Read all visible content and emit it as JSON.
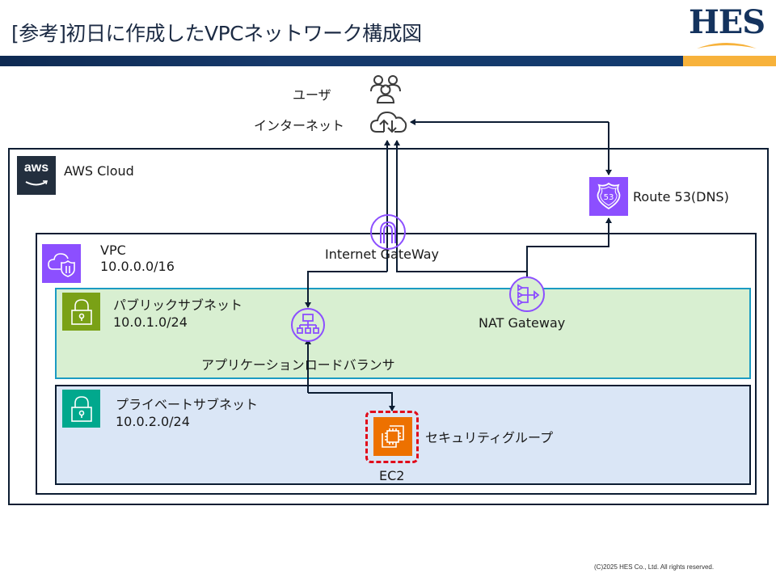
{
  "header": {
    "title": "[参考]初日に作成したVPCネットワーク構成図",
    "logo_text": "HES",
    "colors": {
      "bar_blue": "#123a6e",
      "bar_gold": "#f7b23b"
    }
  },
  "external": {
    "user_label": "ユーザ",
    "internet_label": "インターネット"
  },
  "aws_cloud": {
    "label": "AWS Cloud",
    "logo_text": "aws",
    "route53": {
      "label": "Route 53(DNS)",
      "icon_text": "53",
      "color": "#8c4fff"
    }
  },
  "vpc": {
    "label": "VPC",
    "cidr": "10.0.0.0/16",
    "color": "#8c4fff",
    "internet_gateway_label": "Internet GateWay",
    "public_subnet": {
      "label": "パブリックサブネット",
      "cidr": "10.0.1.0/24",
      "icon_color": "#7aa116",
      "nat_gateway_label": "NAT Gateway",
      "alb_label": "アプリケーションロードバランサ"
    },
    "private_subnet": {
      "label": "プライベートサブネット",
      "cidr": "10.0.2.0/24",
      "icon_color": "#01a88d",
      "ec2_label": "EC2",
      "security_group_label": "セキュリティグループ",
      "ec2_color": "#ed7100"
    }
  },
  "footer": {
    "copyright": "(C)2025 HES Co., Ltd.  All rights reserved."
  }
}
